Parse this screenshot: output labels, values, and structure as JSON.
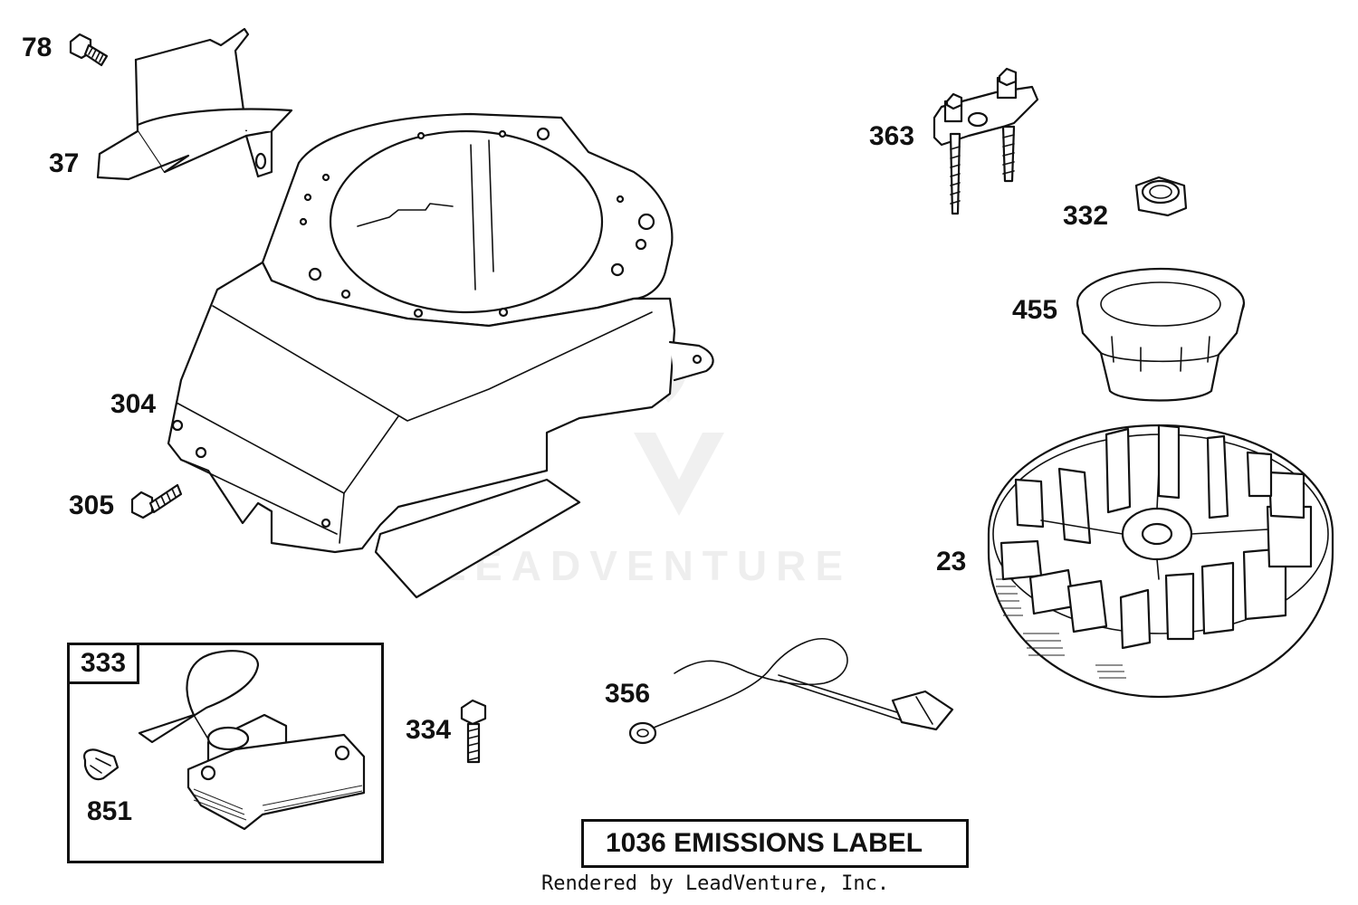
{
  "labels": {
    "p78": "78",
    "p37": "37",
    "p304": "304",
    "p305": "305",
    "p363": "363",
    "p332": "332",
    "p455": "455",
    "p23": "23",
    "p333": "333",
    "p851": "851",
    "p334": "334",
    "p356": "356"
  },
  "emissions_label": "1036 EMISSIONS LABEL",
  "watermark": "LEADVENTURE",
  "footer": "Rendered by LeadVenture, Inc."
}
